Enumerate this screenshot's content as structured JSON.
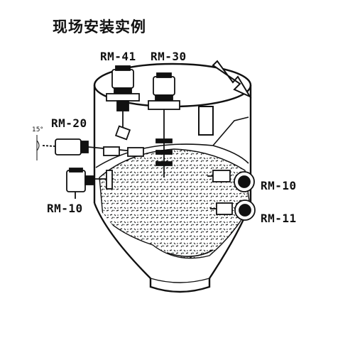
{
  "title": "现场安装实例",
  "labels": {
    "rm41": "RM-41",
    "rm30": "RM-30",
    "rm20": "RM-20",
    "rm10_left": "RM-10",
    "rm10_right": "RM-10",
    "rm11": "RM-11",
    "angle": "15°"
  },
  "colors": {
    "ink": "#111111",
    "background": "#ffffff",
    "material_accent": "#9fd1c7"
  }
}
